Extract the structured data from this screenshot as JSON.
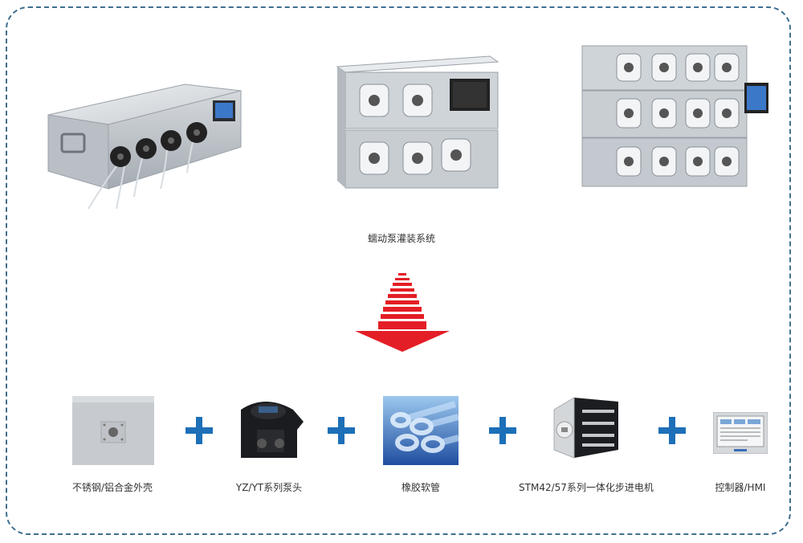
{
  "system": {
    "label": "蠕动泵灌装系统"
  },
  "components": [
    {
      "label": "不锈钢/铝合金外壳",
      "icon": "enclosure-box-icon"
    },
    {
      "label": "YZ/YT系列泵头",
      "icon": "pump-head-icon"
    },
    {
      "label": "橡胶软管",
      "icon": "rubber-tube-icon"
    },
    {
      "label": "STM42/57系列一体化步进电机",
      "icon": "stepper-motor-icon"
    },
    {
      "label": "控制器/HMI",
      "icon": "hmi-controller-icon"
    }
  ],
  "colors": {
    "frame": "#3f6f8f",
    "arrow": "#e41e26",
    "plus": "#1d6fb8"
  }
}
